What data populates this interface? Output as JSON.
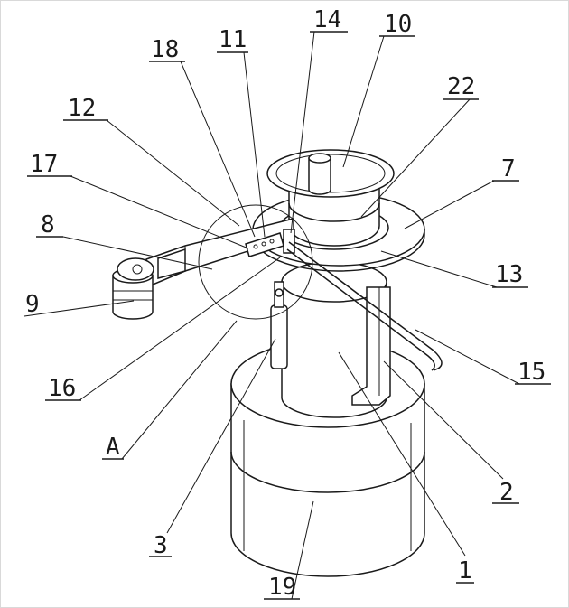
{
  "figure": {
    "callouts": [
      {
        "id": "c1",
        "label": "1"
      },
      {
        "id": "c2",
        "label": "2"
      },
      {
        "id": "c3",
        "label": "3"
      },
      {
        "id": "c7",
        "label": "7"
      },
      {
        "id": "c8",
        "label": "8"
      },
      {
        "id": "c9",
        "label": "9"
      },
      {
        "id": "c10",
        "label": "10"
      },
      {
        "id": "c11",
        "label": "11"
      },
      {
        "id": "c12",
        "label": "12"
      },
      {
        "id": "c13",
        "label": "13"
      },
      {
        "id": "c14",
        "label": "14"
      },
      {
        "id": "c15",
        "label": "15"
      },
      {
        "id": "c16",
        "label": "16"
      },
      {
        "id": "c17",
        "label": "17"
      },
      {
        "id": "c18",
        "label": "18"
      },
      {
        "id": "c19",
        "label": "19"
      },
      {
        "id": "c22",
        "label": "22"
      },
      {
        "id": "cA",
        "label": "A"
      }
    ]
  }
}
